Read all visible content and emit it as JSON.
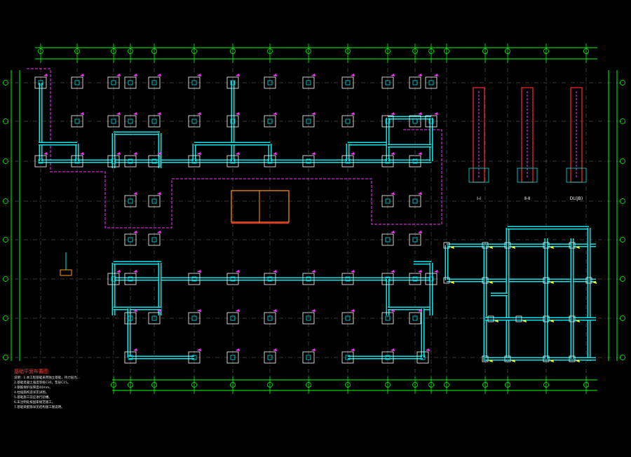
{
  "drawing": {
    "colors": {
      "background": "#000000",
      "grid": "#00ff00",
      "axis_dash": "#c8c8c8",
      "beam": "#00e5e5",
      "footing": "#ffffff",
      "tag": "#ff33ff",
      "outline_dash": "#ff33ff",
      "callout": "#ffff00",
      "section_bar": "#ff2a2a",
      "section_orange": "#ff9a00"
    },
    "notes_title": "基础平面布置图",
    "notes": [
      "说明：1.本工程基础采用独立基础，持力层为…",
      "2.基础混凝土强度等级C30，垫层C15。",
      "3.钢筋保护层厚度40mm。",
      "4.柱插筋构造详见详图。",
      "5.基础施工前应进行验槽。",
      "6.未注明处按国家规范施工。",
      "7.基础梁配筋详见结构施工图说明。"
    ],
    "section_labels": [
      "Ⅰ-Ⅰ",
      "Ⅱ-Ⅱ",
      "DL(JB)"
    ]
  }
}
